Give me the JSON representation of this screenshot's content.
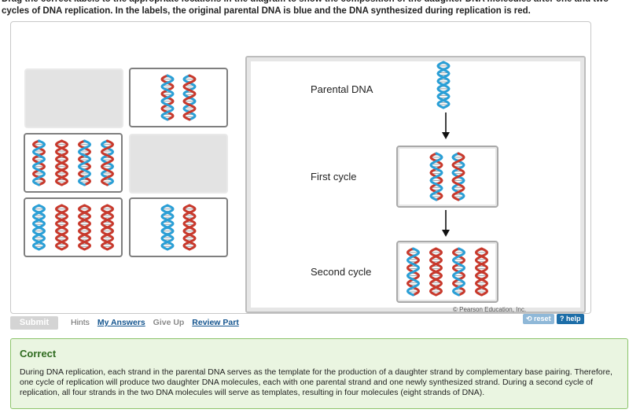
{
  "instructions": "Drag the correct labels to the appropriate locations in the diagram to show the composition of the daughter DNA molecules after one and two cycles of DNA replication. In the labels, the original parental DNA is blue and the DNA synthesized during replication is red.",
  "colors": {
    "parental": "#2a9fd6",
    "new": "#c8392c",
    "correct_bg": "#eaf5e1",
    "correct_title": "#2f6b1f",
    "link": "#14558f"
  },
  "label_bank": [
    {
      "id": "tile-1",
      "state": "empty",
      "helices": []
    },
    {
      "id": "tile-2",
      "state": "filled",
      "helices": [
        [
          "blue",
          "red"
        ],
        [
          "red",
          "blue"
        ]
      ]
    },
    {
      "id": "tile-3",
      "state": "filled",
      "helices": [
        [
          "blue",
          "red"
        ],
        [
          "red",
          "red"
        ],
        [
          "blue",
          "red"
        ],
        [
          "red",
          "blue"
        ]
      ]
    },
    {
      "id": "tile-4",
      "state": "empty",
      "helices": []
    },
    {
      "id": "tile-5",
      "state": "filled",
      "helices": [
        [
          "blue",
          "blue"
        ],
        [
          "red",
          "red"
        ],
        [
          "red",
          "red"
        ],
        [
          "red",
          "red"
        ]
      ]
    },
    {
      "id": "tile-6",
      "state": "filled",
      "helices": [
        [
          "blue",
          "blue"
        ],
        [
          "red",
          "red"
        ]
      ]
    }
  ],
  "diagram": {
    "parental_label": "Parental DNA",
    "first_cycle_label": "First cycle",
    "second_cycle_label": "Second cycle",
    "parental_helix": [
      "blue",
      "blue"
    ],
    "first_cycle_helices": [
      [
        "blue",
        "red"
      ],
      [
        "red",
        "blue"
      ]
    ],
    "second_cycle_helices": [
      [
        "blue",
        "red"
      ],
      [
        "red",
        "red"
      ],
      [
        "blue",
        "red"
      ],
      [
        "red",
        "red"
      ]
    ],
    "copyright": "© Pearson Education, Inc."
  },
  "toolbar": {
    "reset_label": "reset",
    "help_label": "? help"
  },
  "actions": {
    "submit_label": "Submit",
    "hints_label": "Hints",
    "my_answers_label": "My Answers",
    "give_up_label": "Give Up",
    "review_part_label": "Review Part"
  },
  "feedback": {
    "title": "Correct",
    "body": "During DNA replication, each strand in the parental DNA serves as the template for the production of a daughter strand by complementary base pairing. Therefore, one cycle of replication will produce two daughter DNA molecules, each with one parental strand and one newly synthesized strand. During a second cycle of replication, all four strands in the two DNA molecules will serve as templates, resulting in four molecules (eight strands of DNA)."
  }
}
